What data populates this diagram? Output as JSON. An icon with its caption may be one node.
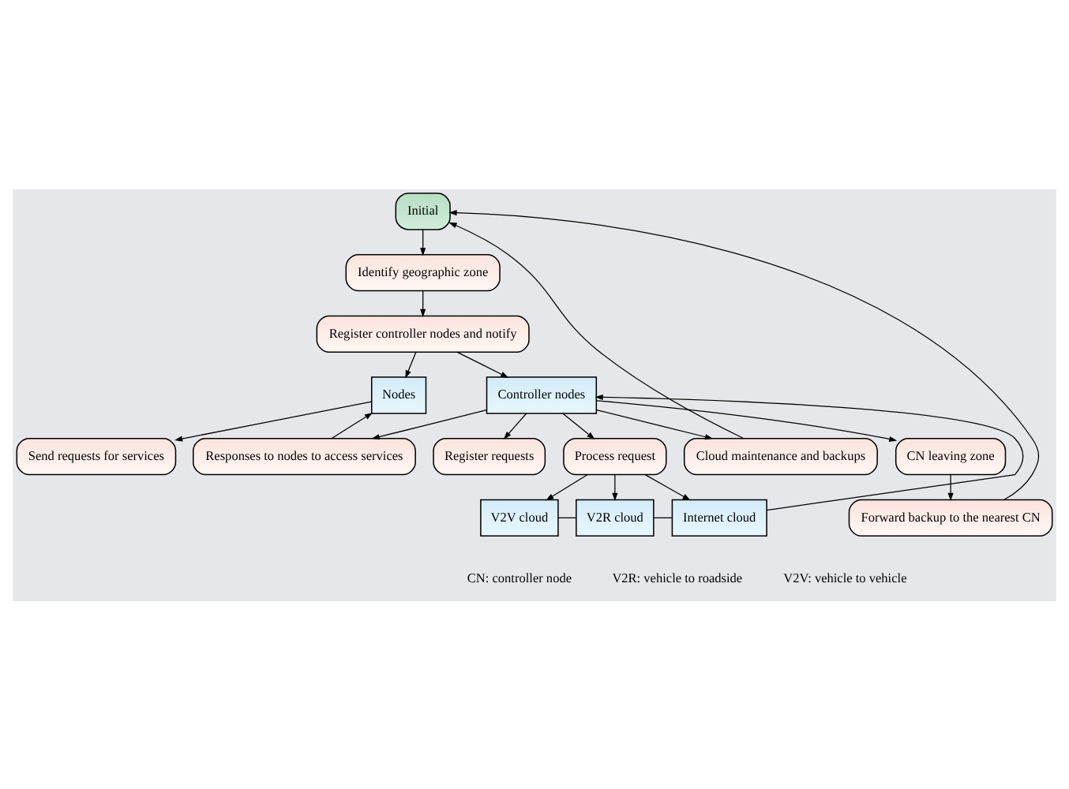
{
  "diagram": {
    "nodes": [
      {
        "text": [
          "Initial"
        ]
      },
      {
        "text": [
          "Identify geographic zone"
        ]
      },
      {
        "text": [
          "Register controller nodes and notify"
        ]
      },
      {
        "text": [
          "Nodes"
        ]
      },
      {
        "text": [
          "Controller nodes"
        ]
      },
      {
        "text": [
          "Send requests for services"
        ]
      },
      {
        "text": [
          "Register requests"
        ]
      },
      {
        "text": [
          "Process request"
        ]
      },
      {
        "text": [
          "Responses to nodes to access services"
        ]
      },
      {
        "text": [
          "Cloud maintenance and backups"
        ]
      },
      {
        "text": [
          "CN leaving zone"
        ]
      },
      {
        "text": [
          "Forward backup to the nearest CN"
        ]
      },
      {
        "text": [
          "V2V cloud"
        ]
      },
      {
        "text": [
          "V2R cloud"
        ]
      },
      {
        "text": [
          "Internet cloud"
        ]
      }
    ],
    "edges": [
      {
        "from": 0,
        "to": 1,
        "arrow": "to"
      },
      {
        "from": 1,
        "to": 2,
        "arrow": "to"
      },
      {
        "from": 2,
        "to": 3,
        "arrow": "to"
      },
      {
        "from": 2,
        "to": 4,
        "arrow": "to"
      },
      {
        "from": 8,
        "to": 3,
        "arrow": "to"
      },
      {
        "from": 3,
        "to": 5,
        "arrow": "to"
      },
      {
        "from": 4,
        "to": 10,
        "arrow": "to"
      },
      {
        "from": 4,
        "to": 6,
        "arrow": "to"
      },
      {
        "from": 4,
        "to": 7,
        "arrow": "to"
      },
      {
        "from": 4,
        "to": 8,
        "arrow": "to"
      },
      {
        "from": 4,
        "to": 9,
        "arrow": "to"
      },
      {
        "from": 7,
        "to": 12,
        "arrow": "to"
      },
      {
        "from": 7,
        "to": 13,
        "arrow": "to"
      },
      {
        "from": 7,
        "to": 14,
        "arrow": "to"
      },
      {
        "from": 12,
        "to": 13,
        "arrow": "none"
      },
      {
        "from": 13,
        "to": 14,
        "arrow": "none"
      },
      {
        "from": 14,
        "to": 4,
        "arrow": "to"
      },
      {
        "from": 10,
        "to": 11,
        "arrow": "to"
      },
      {
        "from": 11,
        "to": 0,
        "arrow": "to"
      },
      {
        "from": 9,
        "to": 0,
        "arrow": "to"
      }
    ],
    "labels": [
      "CN: controller node",
      "V2R: vehicle to roadside",
      "V2V: vehicle to vehicle"
    ]
  }
}
